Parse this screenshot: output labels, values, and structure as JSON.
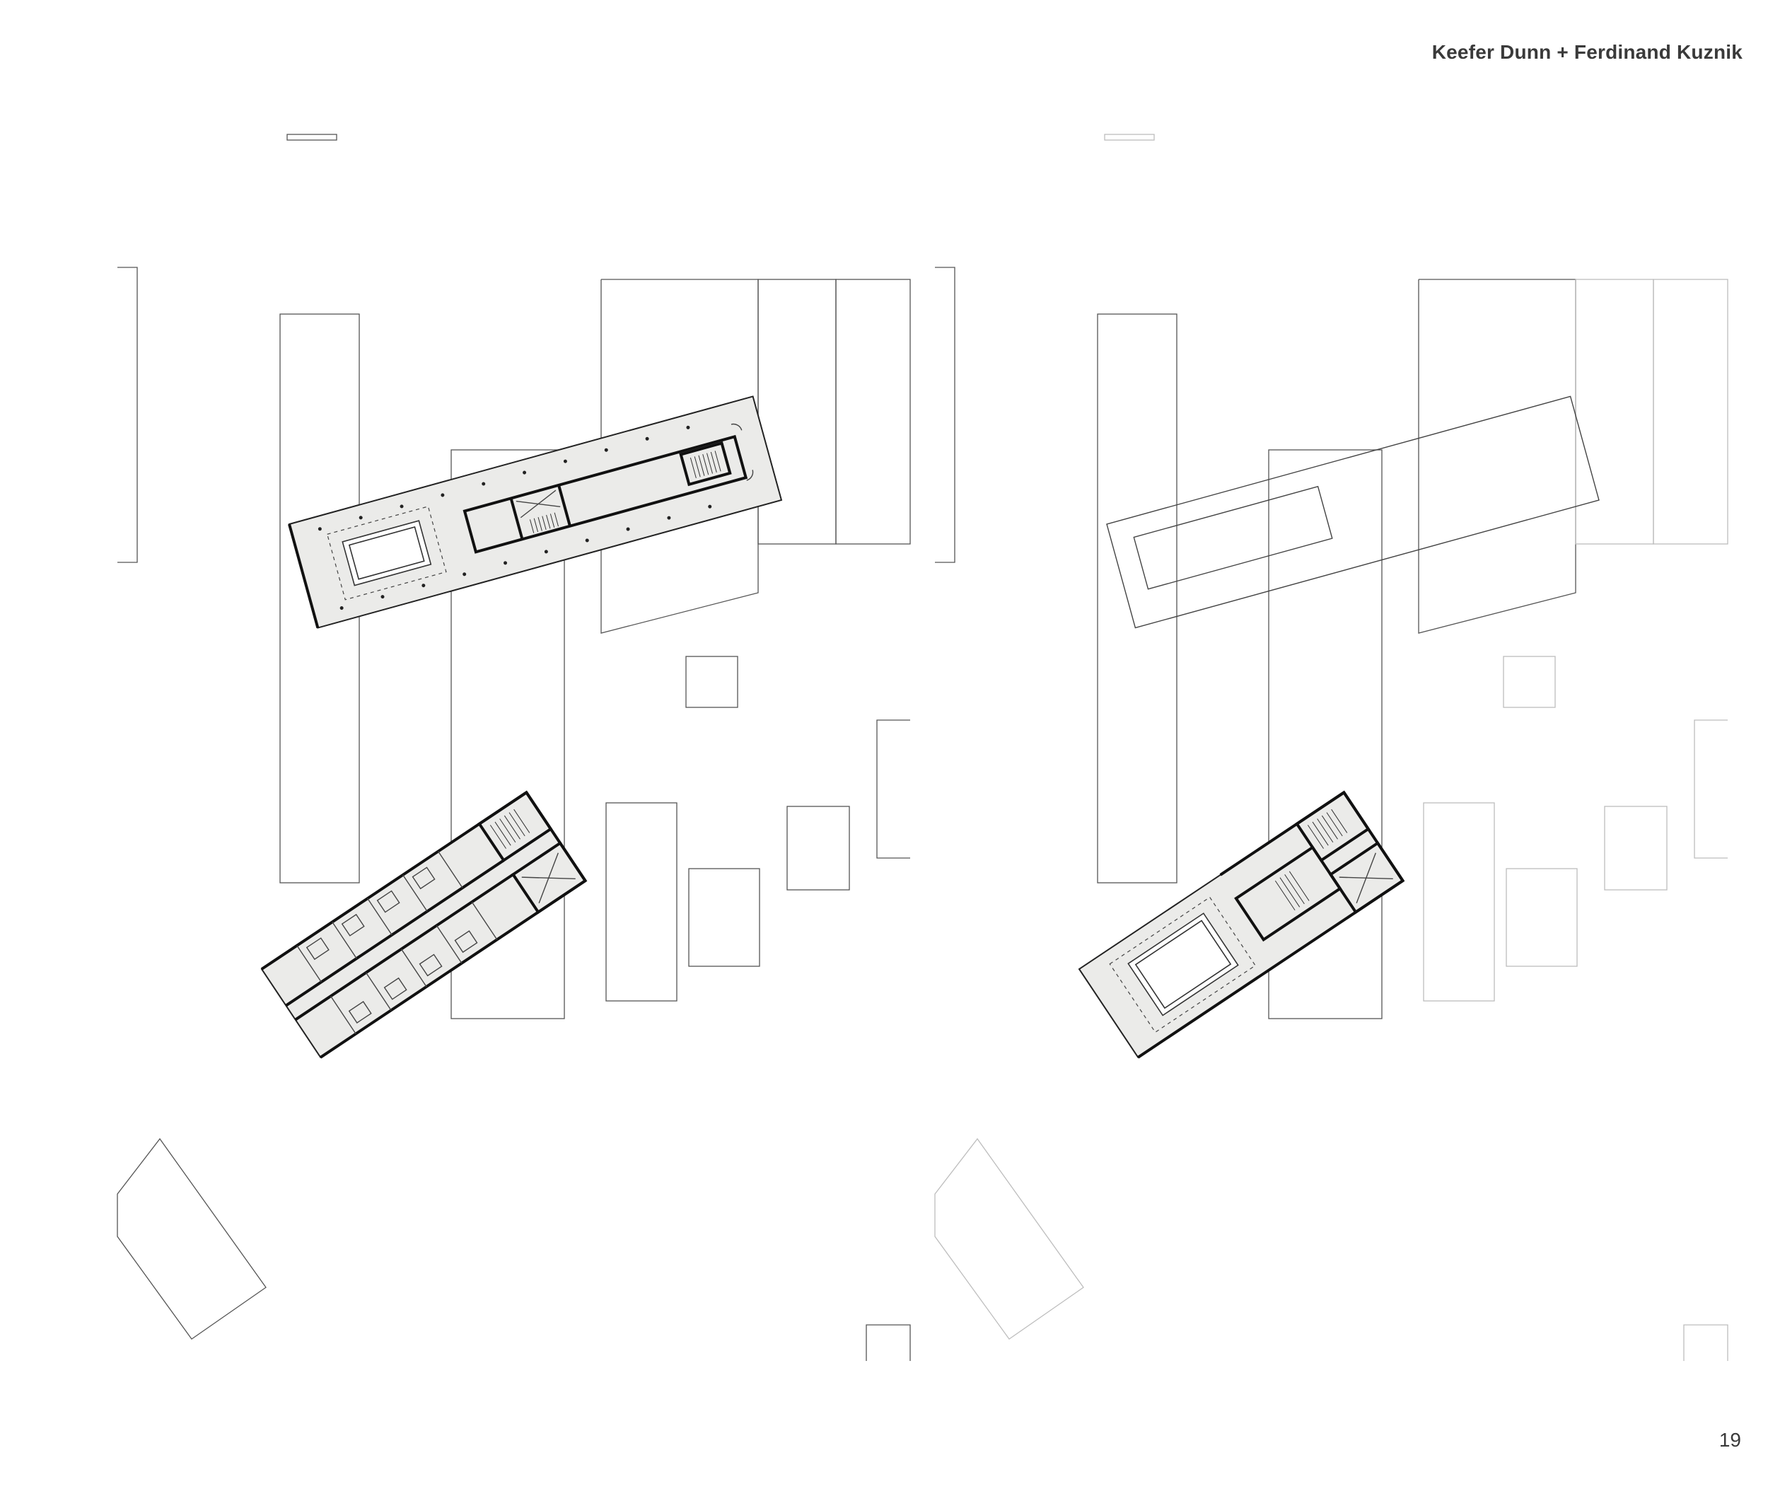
{
  "header": {
    "authors": "Keefer Dunn + Ferdinand Kuznik"
  },
  "footer": {
    "page_number": "19"
  },
  "plans": [
    {
      "id": "plan-left",
      "style": "detailed-floor-plan"
    },
    {
      "id": "plan-right",
      "style": "outline-floor-plan"
    }
  ],
  "colors": {
    "slab_fill": "#ebebe9",
    "context_line": "#555555",
    "text": "#3a3a3a"
  }
}
